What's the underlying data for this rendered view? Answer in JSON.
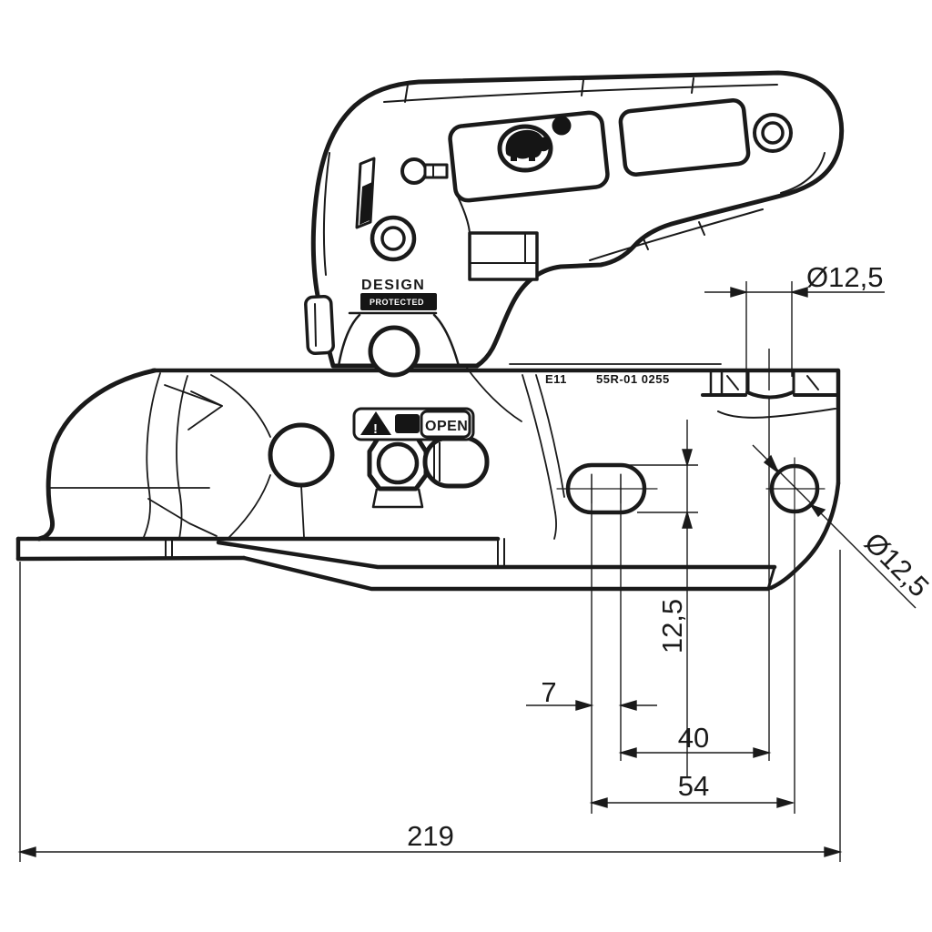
{
  "drawing": {
    "title": "Trailer coupling hitch - dimensioned side view technical drawing",
    "background": "#ffffff",
    "line_color": "#1a1a1a",
    "handle": {
      "design_text": "DESIGN",
      "protected_text": "PROTECTED",
      "logo": "elephant-oval-logo"
    },
    "body": {
      "approval_text_1": "E11",
      "approval_text_2": "55R-01 0255",
      "warning_label": {
        "exclamation": "!",
        "open_text": "OPEN"
      }
    },
    "dimensions": {
      "top_slot_width": {
        "label": "Ø12,5",
        "value": 12.5,
        "measures": "top bracket slot width"
      },
      "hole_diameter": {
        "label": "Ø12,5",
        "value": 12.5,
        "measures": "right mounting hole diameter"
      },
      "slot_height": {
        "label": "12,5",
        "value": 12.5,
        "measures": "oblong slot height"
      },
      "slot_center_offset": {
        "label": "7",
        "value": 7,
        "measures": "oblong slot arc-center distance"
      },
      "hole_spacing": {
        "label": "40",
        "value": 40,
        "measures": "slot center to top-slot centerline"
      },
      "mount_width": {
        "label": "54",
        "value": 54,
        "measures": "slot center to hole center"
      },
      "overall_length": {
        "label": "219",
        "value": 219,
        "measures": "overall coupling length"
      }
    }
  }
}
